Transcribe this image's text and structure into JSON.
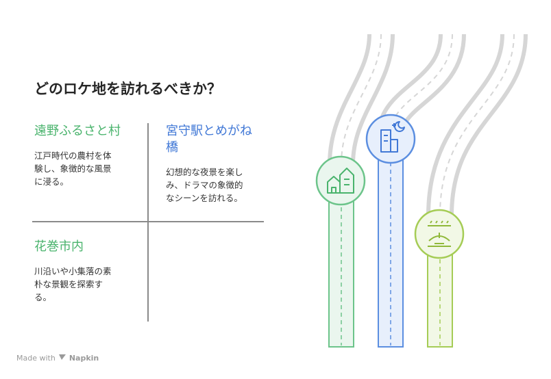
{
  "title": "どのロケ地を訪れるべきか？",
  "quadrants": [
    {
      "heading": "遠野ふるさと村",
      "desc_lines": [
        "江戸時代の農村を体",
        "験し、象徴的な風景",
        "に浸る。"
      ]
    },
    {
      "heading_lines": [
        "宮守駅とめがね",
        "橋"
      ],
      "desc_lines": [
        "幻想的な夜景を楽し",
        "み、ドラマの象徴的",
        "なシーンを訪れる。"
      ]
    },
    {
      "heading": "花巻市内",
      "desc_lines": [
        "川沿いや小集落の素",
        "朴な景観を探索す",
        "る。"
      ]
    }
  ],
  "colors": {
    "green": "#49b36c",
    "blue": "#4178d6",
    "lime": "#9cc64a",
    "road": "#d9d9d9"
  },
  "icons": [
    "village-icon",
    "night-city-icon",
    "bridge-icon"
  ],
  "footer": {
    "made_with": "Made with",
    "brand": "Napkin"
  }
}
